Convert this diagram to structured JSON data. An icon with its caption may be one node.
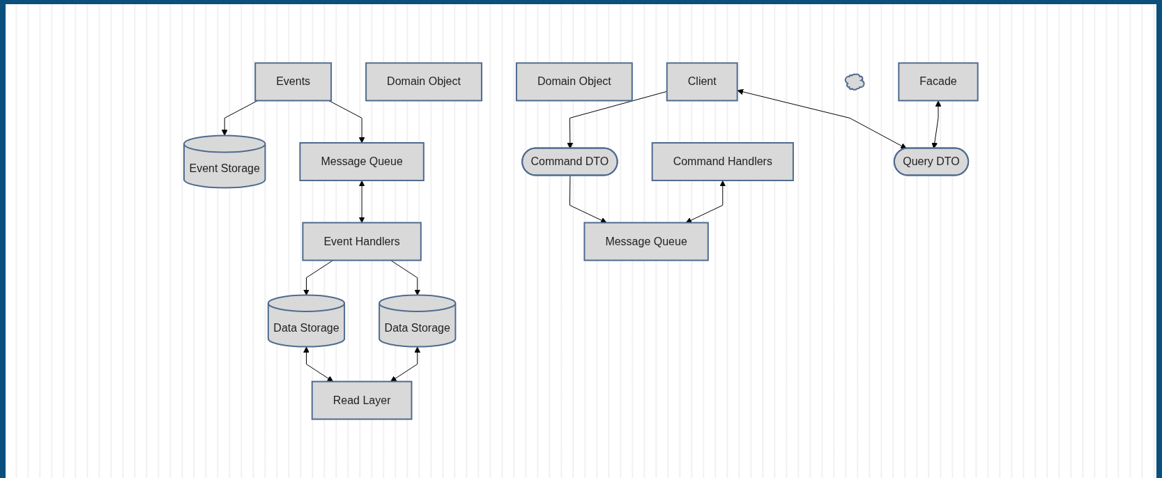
{
  "diagram": {
    "nodes": [
      {
        "text": [
          "Event Storage"
        ]
      },
      {
        "text": [
          "Message Queue"
        ]
      },
      {
        "text": [
          "Event Handlers"
        ]
      },
      {
        "text": [
          "Events"
        ]
      },
      {
        "text": [
          "Domain Object"
        ]
      },
      {
        "text": [
          "Domain Object"
        ]
      },
      {
        "text": [
          "Data Storage"
        ]
      },
      {
        "text": [
          "Data Storage"
        ]
      },
      {
        "text": [
          "Command Handlers"
        ]
      },
      {
        "text": [
          "Read Layer"
        ]
      },
      {
        "text": [
          "Message Queue"
        ]
      },
      {
        "text": [
          "Facade"
        ]
      },
      {
        "text": [
          "Command DTO"
        ]
      },
      {
        "text": [],
        "shape": "cloud"
      },
      {
        "text": [
          "Query DTO"
        ]
      },
      {
        "text": [
          "Client"
        ]
      }
    ],
    "edges": [
      {
        "from": 3,
        "to": 0,
        "arrow": "to"
      },
      {
        "from": 3,
        "to": 1,
        "arrow": "to"
      },
      {
        "from": 1,
        "to": 2,
        "arrow": "both"
      },
      {
        "from": 2,
        "to": 6,
        "arrow": "to"
      },
      {
        "from": 2,
        "to": 7,
        "arrow": "to"
      },
      {
        "from": 6,
        "to": 9,
        "arrow": "both"
      },
      {
        "from": 7,
        "to": 9,
        "arrow": "both"
      },
      {
        "from": 8,
        "to": 10,
        "arrow": "both"
      },
      {
        "from": 12,
        "to": 10,
        "arrow": "to"
      },
      {
        "from": 11,
        "to": 14,
        "arrow": "both"
      },
      {
        "from": 15,
        "to": 12,
        "arrow": "to"
      },
      {
        "from": 15,
        "to": 14,
        "arrow": "both"
      }
    ]
  }
}
